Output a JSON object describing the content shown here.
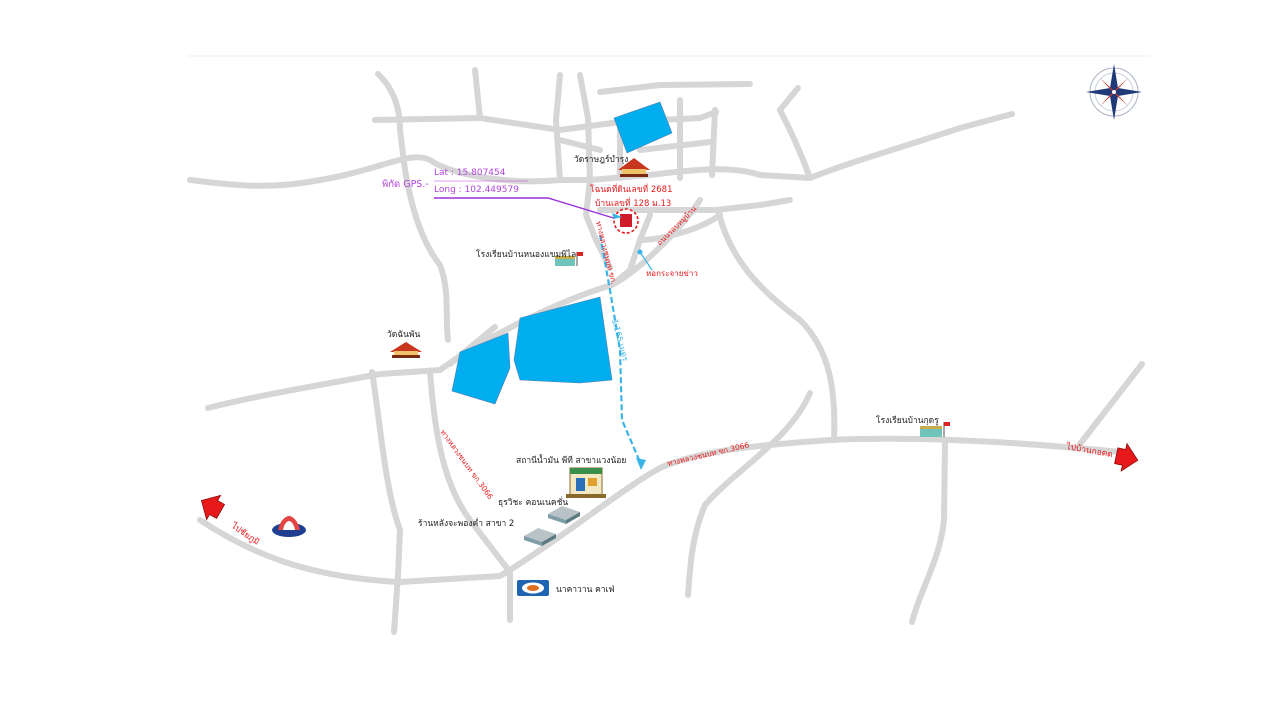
{
  "gps": {
    "label": "พิกัด GPS.-",
    "lat": "Lat   :  15.807454",
    "long": "Long : 102.449579"
  },
  "site": {
    "deed": "โฉนดที่ดินเลขที่ 2681",
    "house": "บ้านเลขที่ 128 ม.13"
  },
  "places": {
    "wat_top": "วัดราษฎร์บำรุง",
    "school_1": "โรงเรียนบ้านหนองแขมพิไล",
    "wat_left": "วัดฉันพัน",
    "school_2": "โรงเรียนบ้านกุดรู",
    "gas_station": "สถานีน้ำมัน พีที สาขาแวงน้อย",
    "shop_1": "ธุรวิชะ คอนเนคชั่น",
    "shop_2": "ร้านหลังจะพองค่ำ สาขา 2",
    "cafe": "นาคาวาน คาเฟ่",
    "water_tower": "หอกระจายข่าว"
  },
  "roads": {
    "road_a": "ทางหลวงชนบท ขก.3066",
    "road_b": "ทางหลวงชนบท ขก.3066",
    "road_c": "ถนนรอบหมู่บ้าน",
    "road_d": "ทางหลวงชนบท ขก.",
    "dist": "1.165 เมตร"
  },
  "dest": {
    "east": "ไปบ้านกอตด",
    "west": "ไปชัยภูมิ"
  },
  "colors": {
    "road": "#d6d6d6",
    "water": "#00adef",
    "road_label": "#e8191b",
    "gps": "#b444e0",
    "route": "#3ab4e6"
  }
}
